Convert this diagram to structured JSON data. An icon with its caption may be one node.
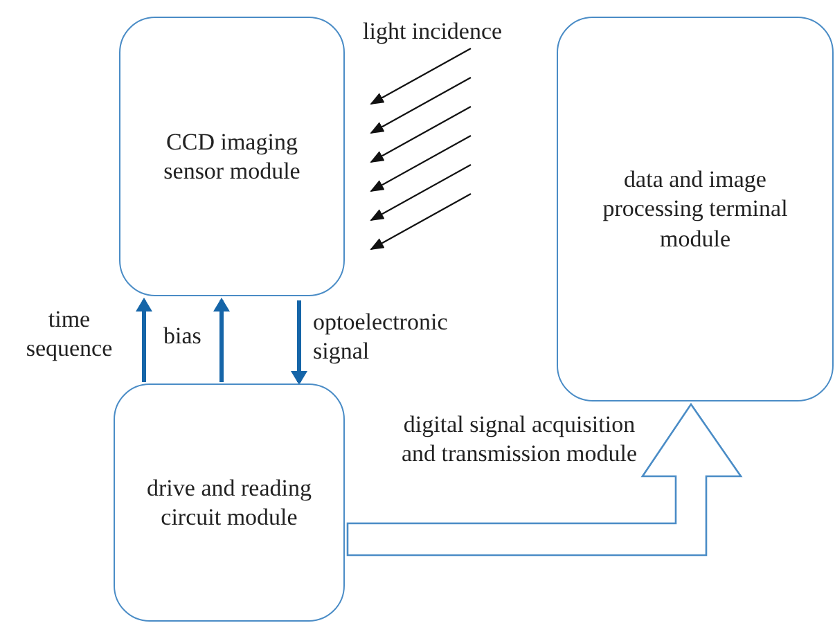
{
  "diagram": {
    "nodes": [
      {
        "text": [
          "CCD imaging sensor module"
        ]
      },
      {
        "text": [
          "data and image processing terminal module"
        ]
      },
      {
        "text": [
          "drive and reading circuit module"
        ]
      }
    ],
    "edges": [
      {
        "from": 2,
        "to": 0,
        "arrow": "to",
        "label": "time sequence"
      },
      {
        "from": 2,
        "to": 0,
        "arrow": "to",
        "label": "bias"
      },
      {
        "from": 0,
        "to": 2,
        "arrow": "to",
        "label": "optoelectronic signal"
      },
      {
        "from": 2,
        "to": 1,
        "arrow": "to",
        "label": "digital signal acquisition and transmission module",
        "style": "thick",
        "color": "#4a8cc6"
      }
    ],
    "labels": [
      "light incidence"
    ]
  }
}
